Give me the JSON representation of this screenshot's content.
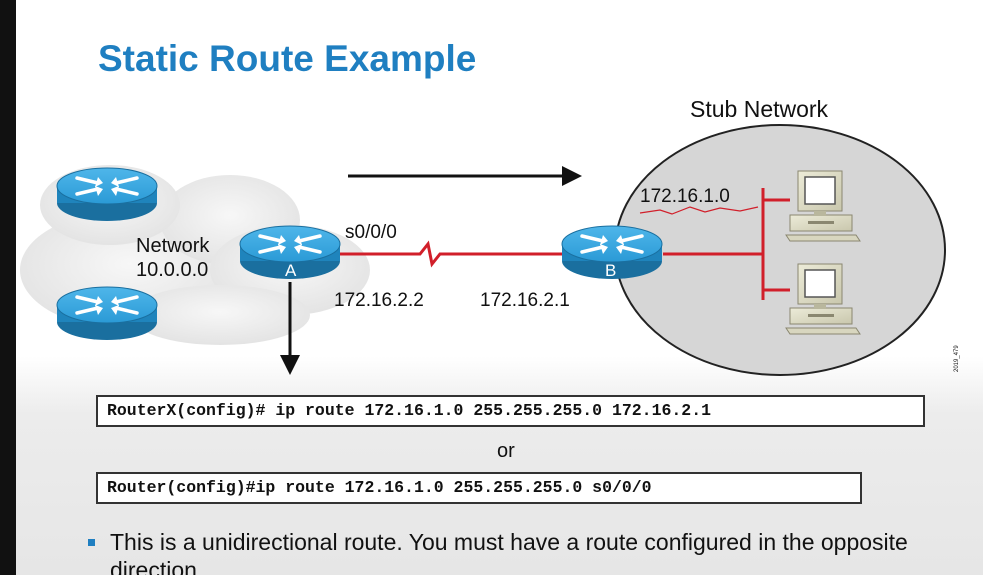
{
  "slide": {
    "title": "Static Route Example",
    "stub_network_label": "Stub Network",
    "network_label_line1": "Network",
    "network_label_line2": "10.0.0.0",
    "router_a_label": "A",
    "router_b_label": "B",
    "serial_interface_label": "s0/0/0",
    "ip_router_a": "172.16.2.2",
    "ip_router_b": "172.16.2.1",
    "stub_subnet_label": "172.16.1.0",
    "side_code": "2019_479",
    "command_1": "RouterX(config)# ip route 172.16.1.0 255.255.255.0 172.16.2.1",
    "or_label": "or",
    "command_2": "Router(config)#ip route 172.16.1.0 255.255.255.0 s0/0/0",
    "bullet_text": "This is a unidirectional route. You must have a route configured in the opposite direction."
  },
  "colors": {
    "title_blue": "#1f7fc1",
    "router_blue": "#2b9ad6",
    "link_red": "#d11f2a",
    "stub_gray": "#d9d9d9",
    "cloud_gray": "#efefef"
  },
  "icons": [
    "router-icon",
    "workstation-icon",
    "arrow-right-icon",
    "arrow-down-icon",
    "serial-link-icon",
    "bullet-square-icon"
  ]
}
